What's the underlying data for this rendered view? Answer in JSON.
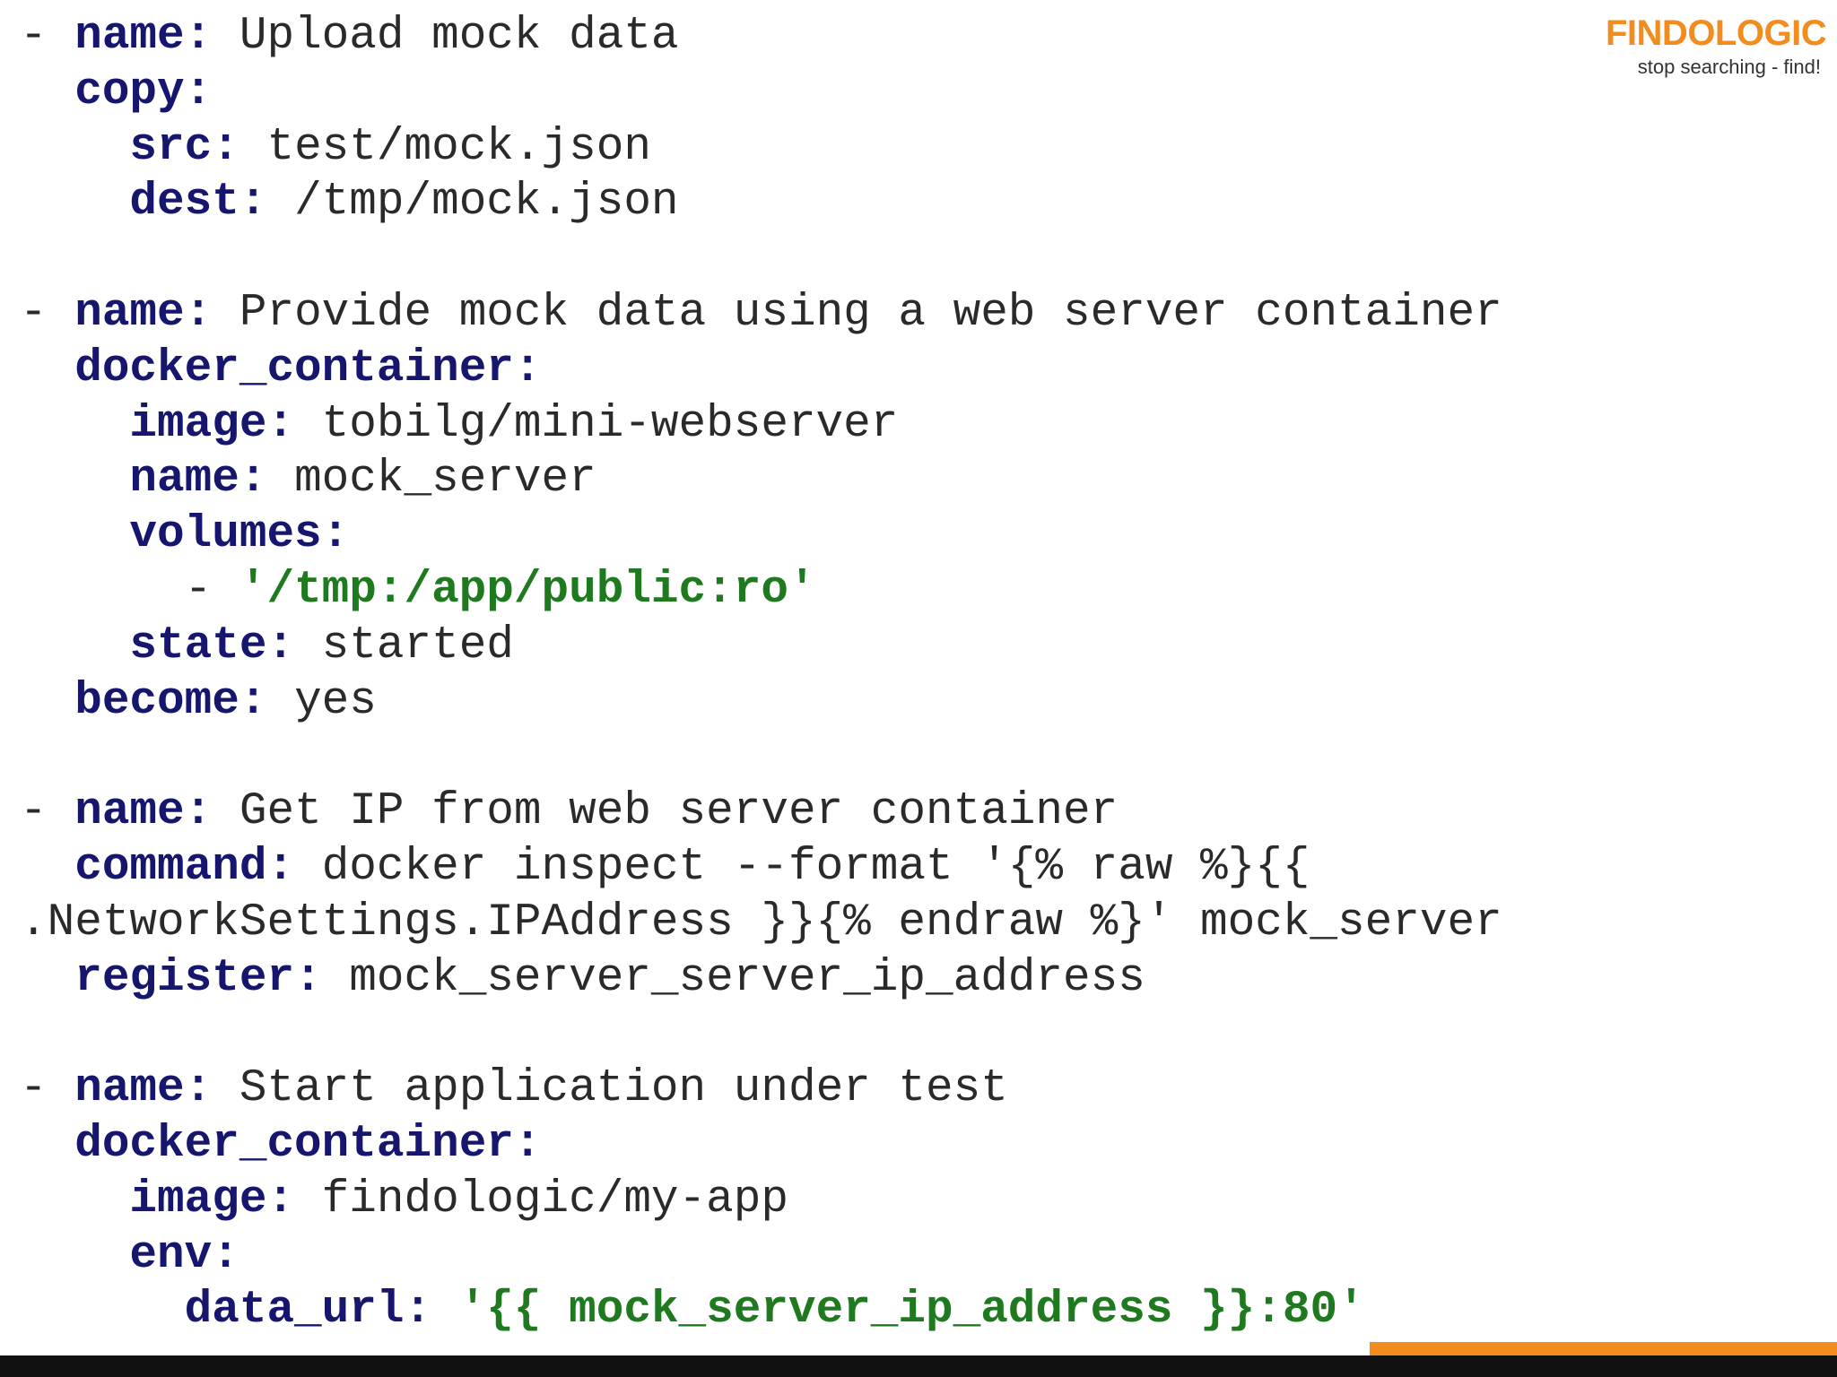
{
  "logo": {
    "wordmark": "FINDOLOGIC",
    "tagline": "stop searching - find!",
    "brand_color": "#f28c1e"
  },
  "colors": {
    "key": "#16166e",
    "string": "#1f7a1f",
    "text": "#2a2a2a",
    "bottom_bar": "#111111",
    "accent_bar": "#f28c1e"
  },
  "code_lines": [
    [
      {
        "c": "t",
        "v": "- "
      },
      {
        "c": "k",
        "v": "name"
      },
      {
        "c": "k",
        "v": ": "
      },
      {
        "c": "t",
        "v": "Upload mock data"
      }
    ],
    [
      {
        "c": "t",
        "v": "  "
      },
      {
        "c": "k",
        "v": "copy"
      },
      {
        "c": "k",
        "v": ":"
      }
    ],
    [
      {
        "c": "t",
        "v": "    "
      },
      {
        "c": "k",
        "v": "src"
      },
      {
        "c": "k",
        "v": ": "
      },
      {
        "c": "t",
        "v": "test/mock.json"
      }
    ],
    [
      {
        "c": "t",
        "v": "    "
      },
      {
        "c": "k",
        "v": "dest"
      },
      {
        "c": "k",
        "v": ": "
      },
      {
        "c": "t",
        "v": "/tmp/mock.json"
      }
    ],
    [],
    [
      {
        "c": "t",
        "v": "- "
      },
      {
        "c": "k",
        "v": "name"
      },
      {
        "c": "k",
        "v": ": "
      },
      {
        "c": "t",
        "v": "Provide mock data using a web server container"
      }
    ],
    [
      {
        "c": "t",
        "v": "  "
      },
      {
        "c": "k",
        "v": "docker_container"
      },
      {
        "c": "k",
        "v": ":"
      }
    ],
    [
      {
        "c": "t",
        "v": "    "
      },
      {
        "c": "k",
        "v": "image"
      },
      {
        "c": "k",
        "v": ": "
      },
      {
        "c": "t",
        "v": "tobilg/mini-webserver"
      }
    ],
    [
      {
        "c": "t",
        "v": "    "
      },
      {
        "c": "k",
        "v": "name"
      },
      {
        "c": "k",
        "v": ": "
      },
      {
        "c": "t",
        "v": "mock_server"
      }
    ],
    [
      {
        "c": "t",
        "v": "    "
      },
      {
        "c": "k",
        "v": "volumes"
      },
      {
        "c": "k",
        "v": ":"
      }
    ],
    [
      {
        "c": "t",
        "v": "      - "
      },
      {
        "c": "s",
        "v": "'/tmp:/app/public:ro'"
      }
    ],
    [
      {
        "c": "t",
        "v": "    "
      },
      {
        "c": "k",
        "v": "state"
      },
      {
        "c": "k",
        "v": ": "
      },
      {
        "c": "t",
        "v": "started"
      }
    ],
    [
      {
        "c": "t",
        "v": "  "
      },
      {
        "c": "k",
        "v": "become"
      },
      {
        "c": "k",
        "v": ": "
      },
      {
        "c": "t",
        "v": "yes"
      }
    ],
    [],
    [
      {
        "c": "t",
        "v": "- "
      },
      {
        "c": "k",
        "v": "name"
      },
      {
        "c": "k",
        "v": ": "
      },
      {
        "c": "t",
        "v": "Get IP from web server container"
      }
    ],
    [
      {
        "c": "t",
        "v": "  "
      },
      {
        "c": "k",
        "v": "command"
      },
      {
        "c": "k",
        "v": ": "
      },
      {
        "c": "t",
        "v": "docker inspect --format '{% raw %}{{"
      }
    ],
    [
      {
        "c": "t",
        "v": ".NetworkSettings.IPAddress }}{% endraw %}' mock_server"
      }
    ],
    [
      {
        "c": "t",
        "v": "  "
      },
      {
        "c": "k",
        "v": "register"
      },
      {
        "c": "k",
        "v": ": "
      },
      {
        "c": "t",
        "v": "mock_server_server_ip_address"
      }
    ],
    [],
    [
      {
        "c": "t",
        "v": "- "
      },
      {
        "c": "k",
        "v": "name"
      },
      {
        "c": "k",
        "v": ": "
      },
      {
        "c": "t",
        "v": "Start application under test"
      }
    ],
    [
      {
        "c": "t",
        "v": "  "
      },
      {
        "c": "k",
        "v": "docker_container"
      },
      {
        "c": "k",
        "v": ":"
      }
    ],
    [
      {
        "c": "t",
        "v": "    "
      },
      {
        "c": "k",
        "v": "image"
      },
      {
        "c": "k",
        "v": ": "
      },
      {
        "c": "t",
        "v": "findologic/my-app"
      }
    ],
    [
      {
        "c": "t",
        "v": "    "
      },
      {
        "c": "k",
        "v": "env"
      },
      {
        "c": "k",
        "v": ":"
      }
    ],
    [
      {
        "c": "t",
        "v": "      "
      },
      {
        "c": "k",
        "v": "data_url"
      },
      {
        "c": "k",
        "v": ": "
      },
      {
        "c": "s",
        "v": "'{{ mock_server_ip_address }}:80'"
      }
    ]
  ]
}
